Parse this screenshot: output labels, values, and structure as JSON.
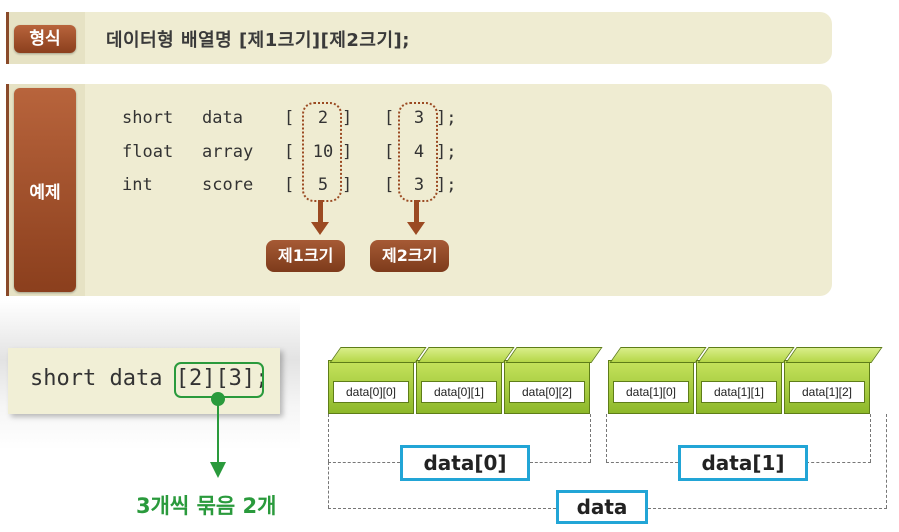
{
  "format": {
    "tab": "형식",
    "text": "데이터형 배열명 [제1크기][제2크기];"
  },
  "example": {
    "tab": "예제",
    "rows": [
      {
        "type": "short",
        "name": "data",
        "dim1": "2",
        "dim2": "3"
      },
      {
        "type": "float",
        "name": "array",
        "dim1": "10",
        "dim2": "4"
      },
      {
        "type": "int",
        "name": "score",
        "dim1": "5",
        "dim2": "3"
      }
    ],
    "label_dim1": "제1크기",
    "label_dim2": "제2크기"
  },
  "declaration": {
    "prefix": "short data ",
    "dims": "[2][3]",
    "suffix": ";",
    "group_note": "3개씩 묶음 2개"
  },
  "cells": [
    "data[0][0]",
    "data[0][1]",
    "data[0][2]",
    "data[1][0]",
    "data[1][1]",
    "data[1][2]"
  ],
  "groups": [
    "data[0]",
    "data[1]"
  ],
  "whole": "data",
  "colors": {
    "brown": "#8b3f1d",
    "panel": "#efecd2",
    "green": "#2a9a3c",
    "cell_green": "#a8cf3c",
    "blue": "#22a5d6"
  }
}
